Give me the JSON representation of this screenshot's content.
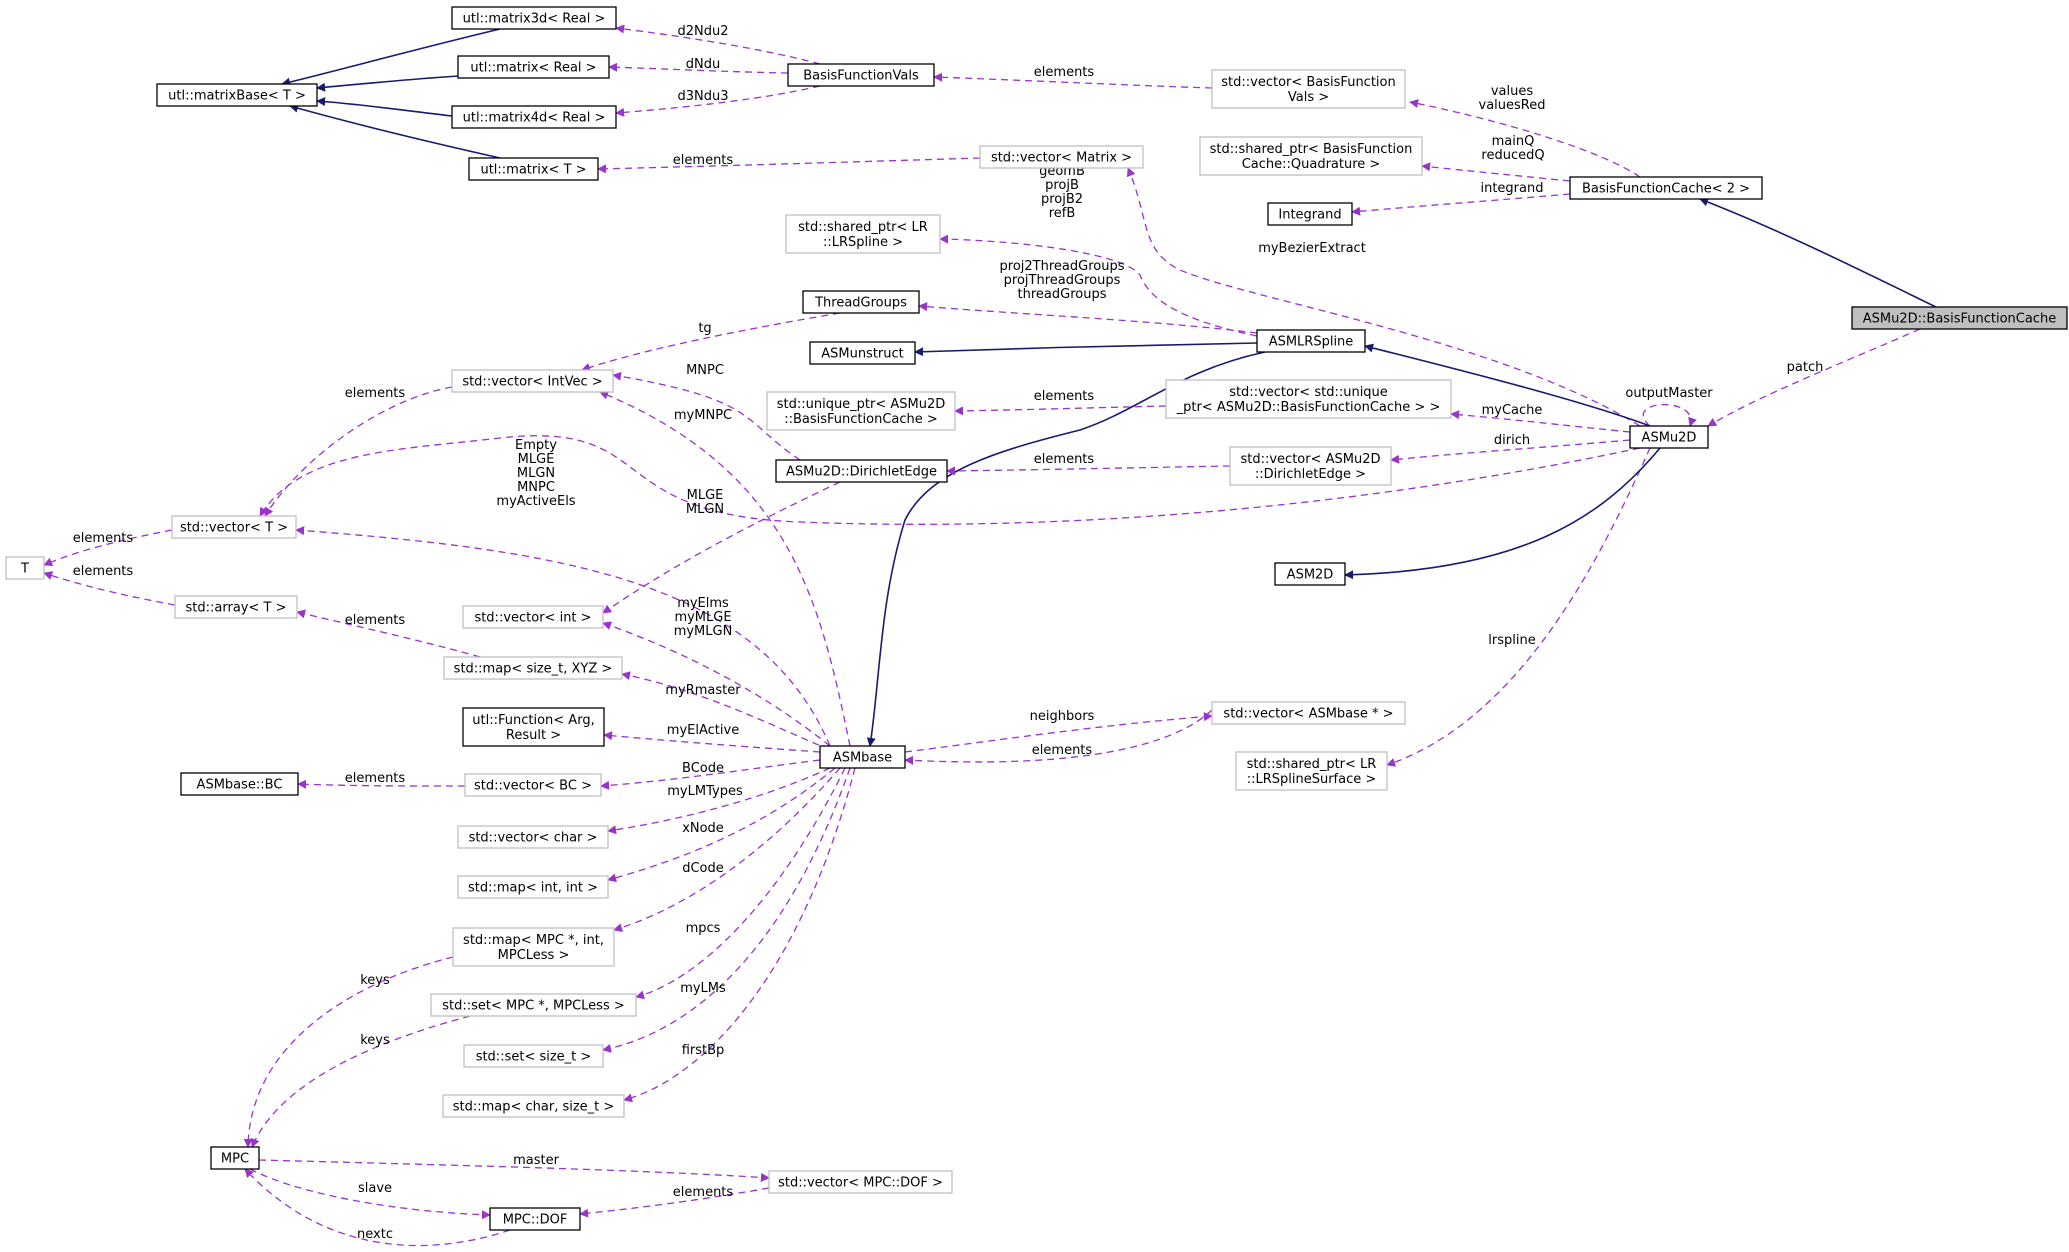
{
  "colors": {
    "inherit": "#191970",
    "use": "#9a32cd",
    "focus_fill": "#bfbfbf",
    "grey_border": "#bfbfbf"
  },
  "nodes": {
    "asmu2d_bfc": [
      "ASMu2D::BasisFunctionCache"
    ],
    "bfc2": [
      "BasisFunctionCache< 2 >"
    ],
    "asmu2d": [
      "ASMu2D"
    ],
    "asmlrspline": [
      "ASMLRSpline"
    ],
    "asmunstruct": [
      "ASMunstruct"
    ],
    "asmbase": [
      "ASMbase"
    ],
    "asm2d": [
      "ASM2D"
    ],
    "bfvals": [
      "BasisFunctionVals"
    ],
    "vec_bfvals": [
      "std::vector< BasisFunction",
      "Vals >"
    ],
    "sp_quad": [
      "std::shared_ptr< BasisFunction",
      "Cache::Quadrature >"
    ],
    "integrand": [
      "Integrand"
    ],
    "matbase": [
      "utl::matrixBase< T >"
    ],
    "mat3d": [
      "utl::matrix3d< Real >"
    ],
    "matreal": [
      "utl::matrix< Real >"
    ],
    "mat4d": [
      "utl::matrix4d< Real >"
    ],
    "matT": [
      "utl::matrix< T >"
    ],
    "vec_matrix": [
      "std::vector< Matrix >"
    ],
    "sp_lrspline": [
      "std::shared_ptr< LR",
      "::LRSpline >"
    ],
    "threadgroups": [
      "ThreadGroups"
    ],
    "vec_intvec": [
      "std::vector< IntVec >"
    ],
    "up_bfc": [
      "std::unique_ptr< ASMu2D",
      "::BasisFunctionCache >"
    ],
    "vec_up_bfc": [
      "std::vector< std::unique",
      "_ptr< ASMu2D::BasisFunctionCache > >"
    ],
    "dirichlet": [
      "ASMu2D::DirichletEdge"
    ],
    "vec_dirichlet": [
      "std::vector< ASMu2D",
      "::DirichletEdge >"
    ],
    "vecT": [
      "std::vector< T >"
    ],
    "T": [
      "T"
    ],
    "arrT": [
      "std::array< T >"
    ],
    "vec_int": [
      "std::vector< int >"
    ],
    "map_xyz": [
      "std::map< size_t, XYZ >"
    ],
    "utlfunc": [
      "utl::Function< Arg,",
      "Result >"
    ],
    "bc": [
      "ASMbase::BC"
    ],
    "vec_bc": [
      "std::vector< BC >"
    ],
    "vec_char": [
      "std::vector< char >"
    ],
    "map_int": [
      "std::map< int, int >"
    ],
    "map_mpc": [
      "std::map< MPC *, int,",
      "MPCLess >"
    ],
    "set_mpc": [
      "std::set< MPC *, MPCLess >"
    ],
    "set_size": [
      "std::set< size_t >"
    ],
    "map_char": [
      "std::map< char, size_t >"
    ],
    "mpc": [
      "MPC"
    ],
    "mpcdof": [
      "MPC::DOF"
    ],
    "vec_dof": [
      "std::vector< MPC::DOF >"
    ],
    "vec_asmbase": [
      "std::vector< ASMbase * >"
    ],
    "sp_lrsurf": [
      "std::shared_ptr< LR",
      "::LRSplineSurface >"
    ]
  },
  "edges": {
    "patch": [
      "patch"
    ],
    "values": [
      "values",
      "valuesRed"
    ],
    "mainq": [
      "mainQ",
      "reducedQ"
    ],
    "integrand": [
      "integrand"
    ],
    "elements_bfv": [
      "elements"
    ],
    "d2ndu2": [
      "d2Ndu2"
    ],
    "dndu": [
      "dNdu"
    ],
    "d3ndu3": [
      "d3Ndu3"
    ],
    "elements_mat": [
      "elements"
    ],
    "geomb": [
      "geomB",
      "projB",
      "projB2",
      "refB"
    ],
    "mybezier": [
      "myBezierExtract"
    ],
    "threadgroups": [
      "proj2ThreadGroups",
      "projThreadGroups",
      "threadGroups"
    ],
    "tg": [
      "tg"
    ],
    "outputmaster": [
      "outputMaster"
    ],
    "mnpc": [
      "MNPC"
    ],
    "elements_up": [
      "elements"
    ],
    "mycache": [
      "myCache"
    ],
    "dirich": [
      "dirich"
    ],
    "elements_dir": [
      "elements"
    ],
    "elements_intvec": [
      "elements"
    ],
    "mlge": [
      "MLGE",
      "MLGN"
    ],
    "beziere": [
      "bezierExtract"
    ],
    "empty": [
      "Empty",
      "MLGE",
      "MLGN",
      "MNPC",
      "myActiveEls"
    ],
    "mymnpc": [
      "myMNPC"
    ],
    "elements_T1": [
      "elements"
    ],
    "elements_T2": [
      "elements"
    ],
    "elements_arr": [
      "elements"
    ],
    "myelms": [
      "myElms",
      "myMLGE",
      "myMLGN"
    ],
    "myrmaster": [
      "myRmaster"
    ],
    "myelactive": [
      "myElActive"
    ],
    "neighbors": [
      "neighbors"
    ],
    "elements_asmb": [
      "elements"
    ],
    "lrspline": [
      "lrspline"
    ],
    "bcode": [
      "BCode"
    ],
    "elements_bc": [
      "elements"
    ],
    "mylmtypes": [
      "myLMTypes"
    ],
    "xnode": [
      "xNode"
    ],
    "dcode": [
      "dCode"
    ],
    "mpcs": [
      "mpcs"
    ],
    "mylms": [
      "myLMs"
    ],
    "firstbp": [
      "firstBp"
    ],
    "keys1": [
      "keys"
    ],
    "keys2": [
      "keys"
    ],
    "master": [
      "master"
    ],
    "slave": [
      "slave"
    ],
    "elements_dof": [
      "elements"
    ],
    "nextc": [
      "nextc"
    ]
  }
}
